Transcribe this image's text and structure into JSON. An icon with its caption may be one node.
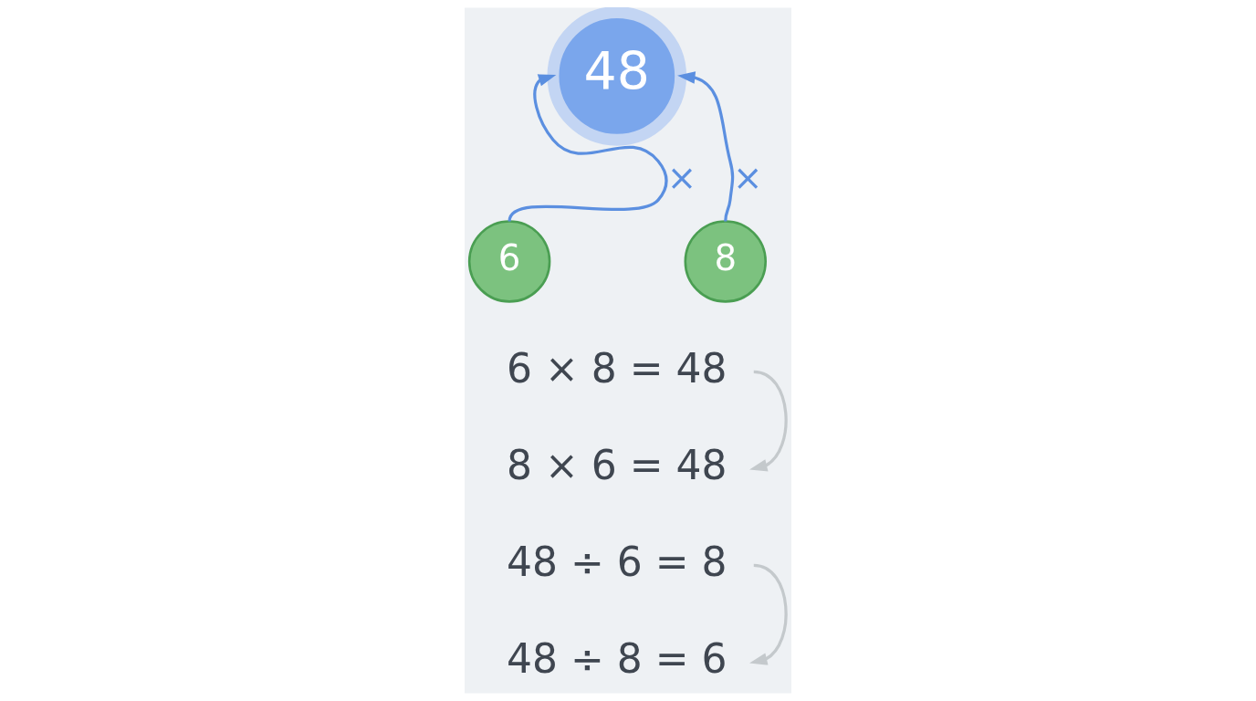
{
  "diagram": {
    "nodes": [
      {
        "text": [
          "48"
        ]
      },
      {
        "text": [
          "6"
        ]
      },
      {
        "text": [
          "8"
        ]
      },
      {
        "text": [
          "6 × 8 = 48"
        ]
      },
      {
        "text": [
          "8 × 6 = 48"
        ]
      },
      {
        "text": [
          "48 ÷ 6 = 8"
        ]
      },
      {
        "text": [
          "48 ÷ 8 = 6"
        ]
      }
    ],
    "edges": [
      {
        "from": 1,
        "to": 0,
        "arrow": "to",
        "label": "×",
        "color": "#5b8fe0"
      },
      {
        "from": 2,
        "to": 0,
        "arrow": "to",
        "label": "×",
        "color": "#5b8fe0"
      },
      {
        "from": 3,
        "to": 4,
        "arrow": "to",
        "color": "#c4c9cc"
      },
      {
        "from": 5,
        "to": 6,
        "arrow": "to",
        "color": "#c4c9cc"
      }
    ]
  }
}
